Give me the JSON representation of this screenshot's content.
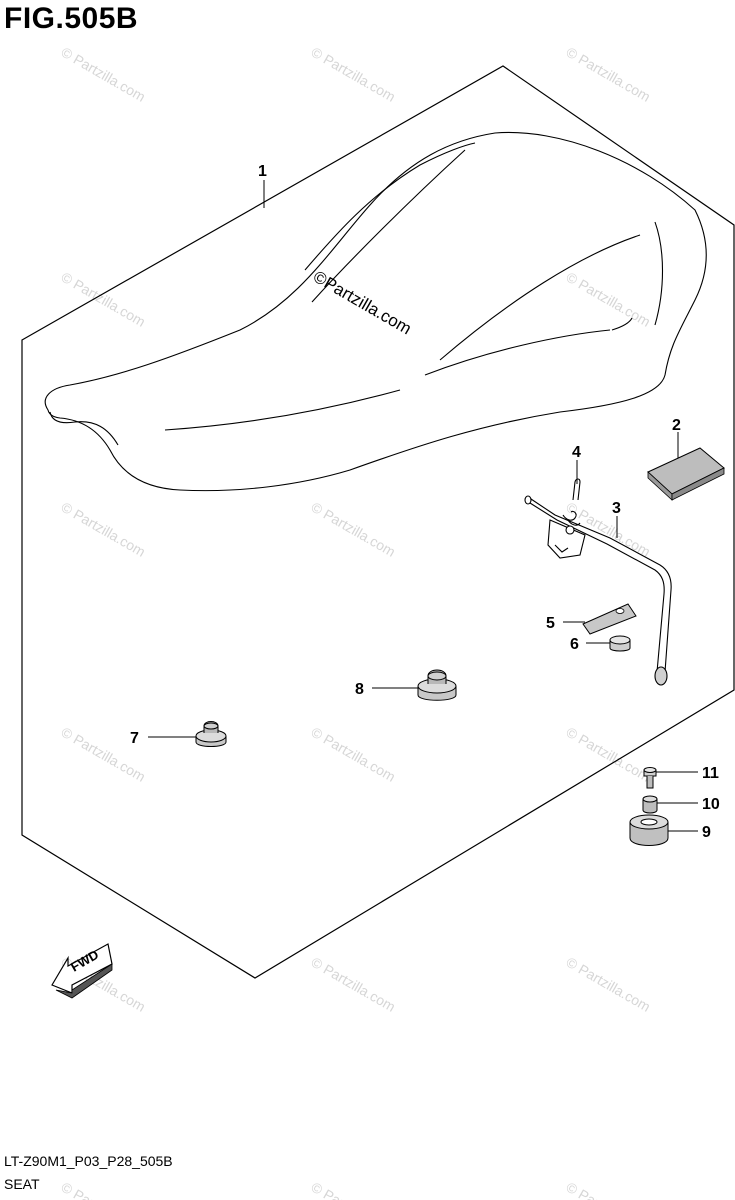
{
  "figure": {
    "title": "FIG.505B",
    "code": "LT-Z90M1_P03_P28_505B",
    "name": "SEAT"
  },
  "watermark": {
    "text": "© Partzilla.com",
    "center_text": "©Partzilla.com",
    "color": "#d6d6d6"
  },
  "fwd_label": "FWD",
  "parts": [
    {
      "ref": "1",
      "name": "seat-assembly"
    },
    {
      "ref": "2",
      "name": "label-plate"
    },
    {
      "ref": "3",
      "name": "seat-lock-rod"
    },
    {
      "ref": "4",
      "name": "spring"
    },
    {
      "ref": "5",
      "name": "plate"
    },
    {
      "ref": "6",
      "name": "nut"
    },
    {
      "ref": "7",
      "name": "cushion"
    },
    {
      "ref": "8",
      "name": "cushion"
    },
    {
      "ref": "9",
      "name": "cushion"
    },
    {
      "ref": "10",
      "name": "spacer"
    },
    {
      "ref": "11",
      "name": "bolt"
    }
  ]
}
